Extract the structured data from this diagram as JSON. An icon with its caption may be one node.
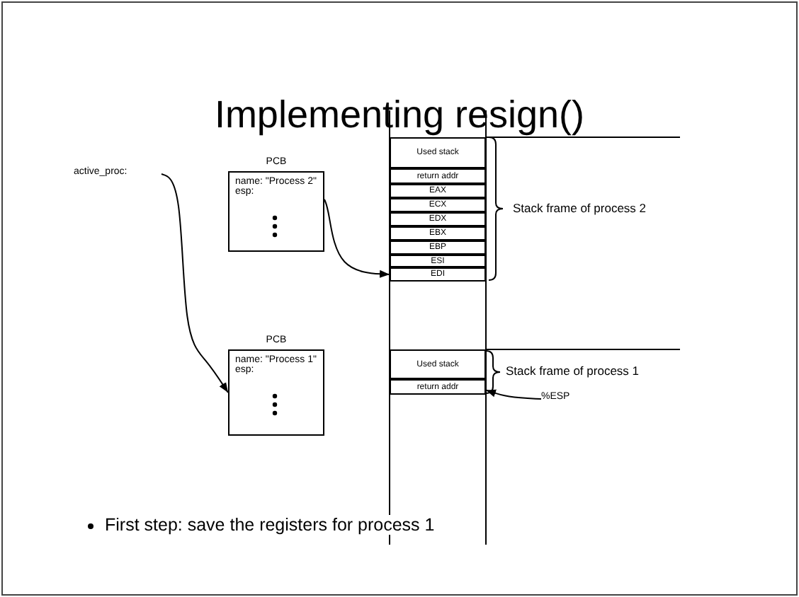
{
  "diagram": {
    "title": "Implementing resign()",
    "nodes": [
      {
        "text": [
          "active_proc:"
        ]
      },
      {
        "text": [
          "PCB",
          "name: \"Process 2\"",
          "esp:"
        ]
      },
      {
        "text": [
          "PCB",
          "name: \"Process 1\"",
          "esp:"
        ]
      },
      {
        "text": [
          "Used stack"
        ]
      },
      {
        "text": [
          "return addr"
        ]
      },
      {
        "text": [
          "EAX"
        ]
      },
      {
        "text": [
          "ECX"
        ]
      },
      {
        "text": [
          "EDX"
        ]
      },
      {
        "text": [
          "EBX"
        ]
      },
      {
        "text": [
          "EBP"
        ]
      },
      {
        "text": [
          "ESI"
        ]
      },
      {
        "text": [
          "EDI"
        ]
      },
      {
        "text": [
          "Used stack"
        ]
      },
      {
        "text": [
          "return addr"
        ]
      },
      {
        "text": [
          "%ESP"
        ]
      }
    ],
    "edges": [
      {
        "from": 0,
        "to": 2,
        "arrow": "to"
      },
      {
        "from": 1,
        "to": 11,
        "arrow": "to"
      },
      {
        "from": 14,
        "to": 13,
        "arrow": "to"
      }
    ],
    "labels": [
      "Stack frame of process 2",
      "Stack frame of process 1",
      "First step: save the registers for process 1"
    ]
  }
}
